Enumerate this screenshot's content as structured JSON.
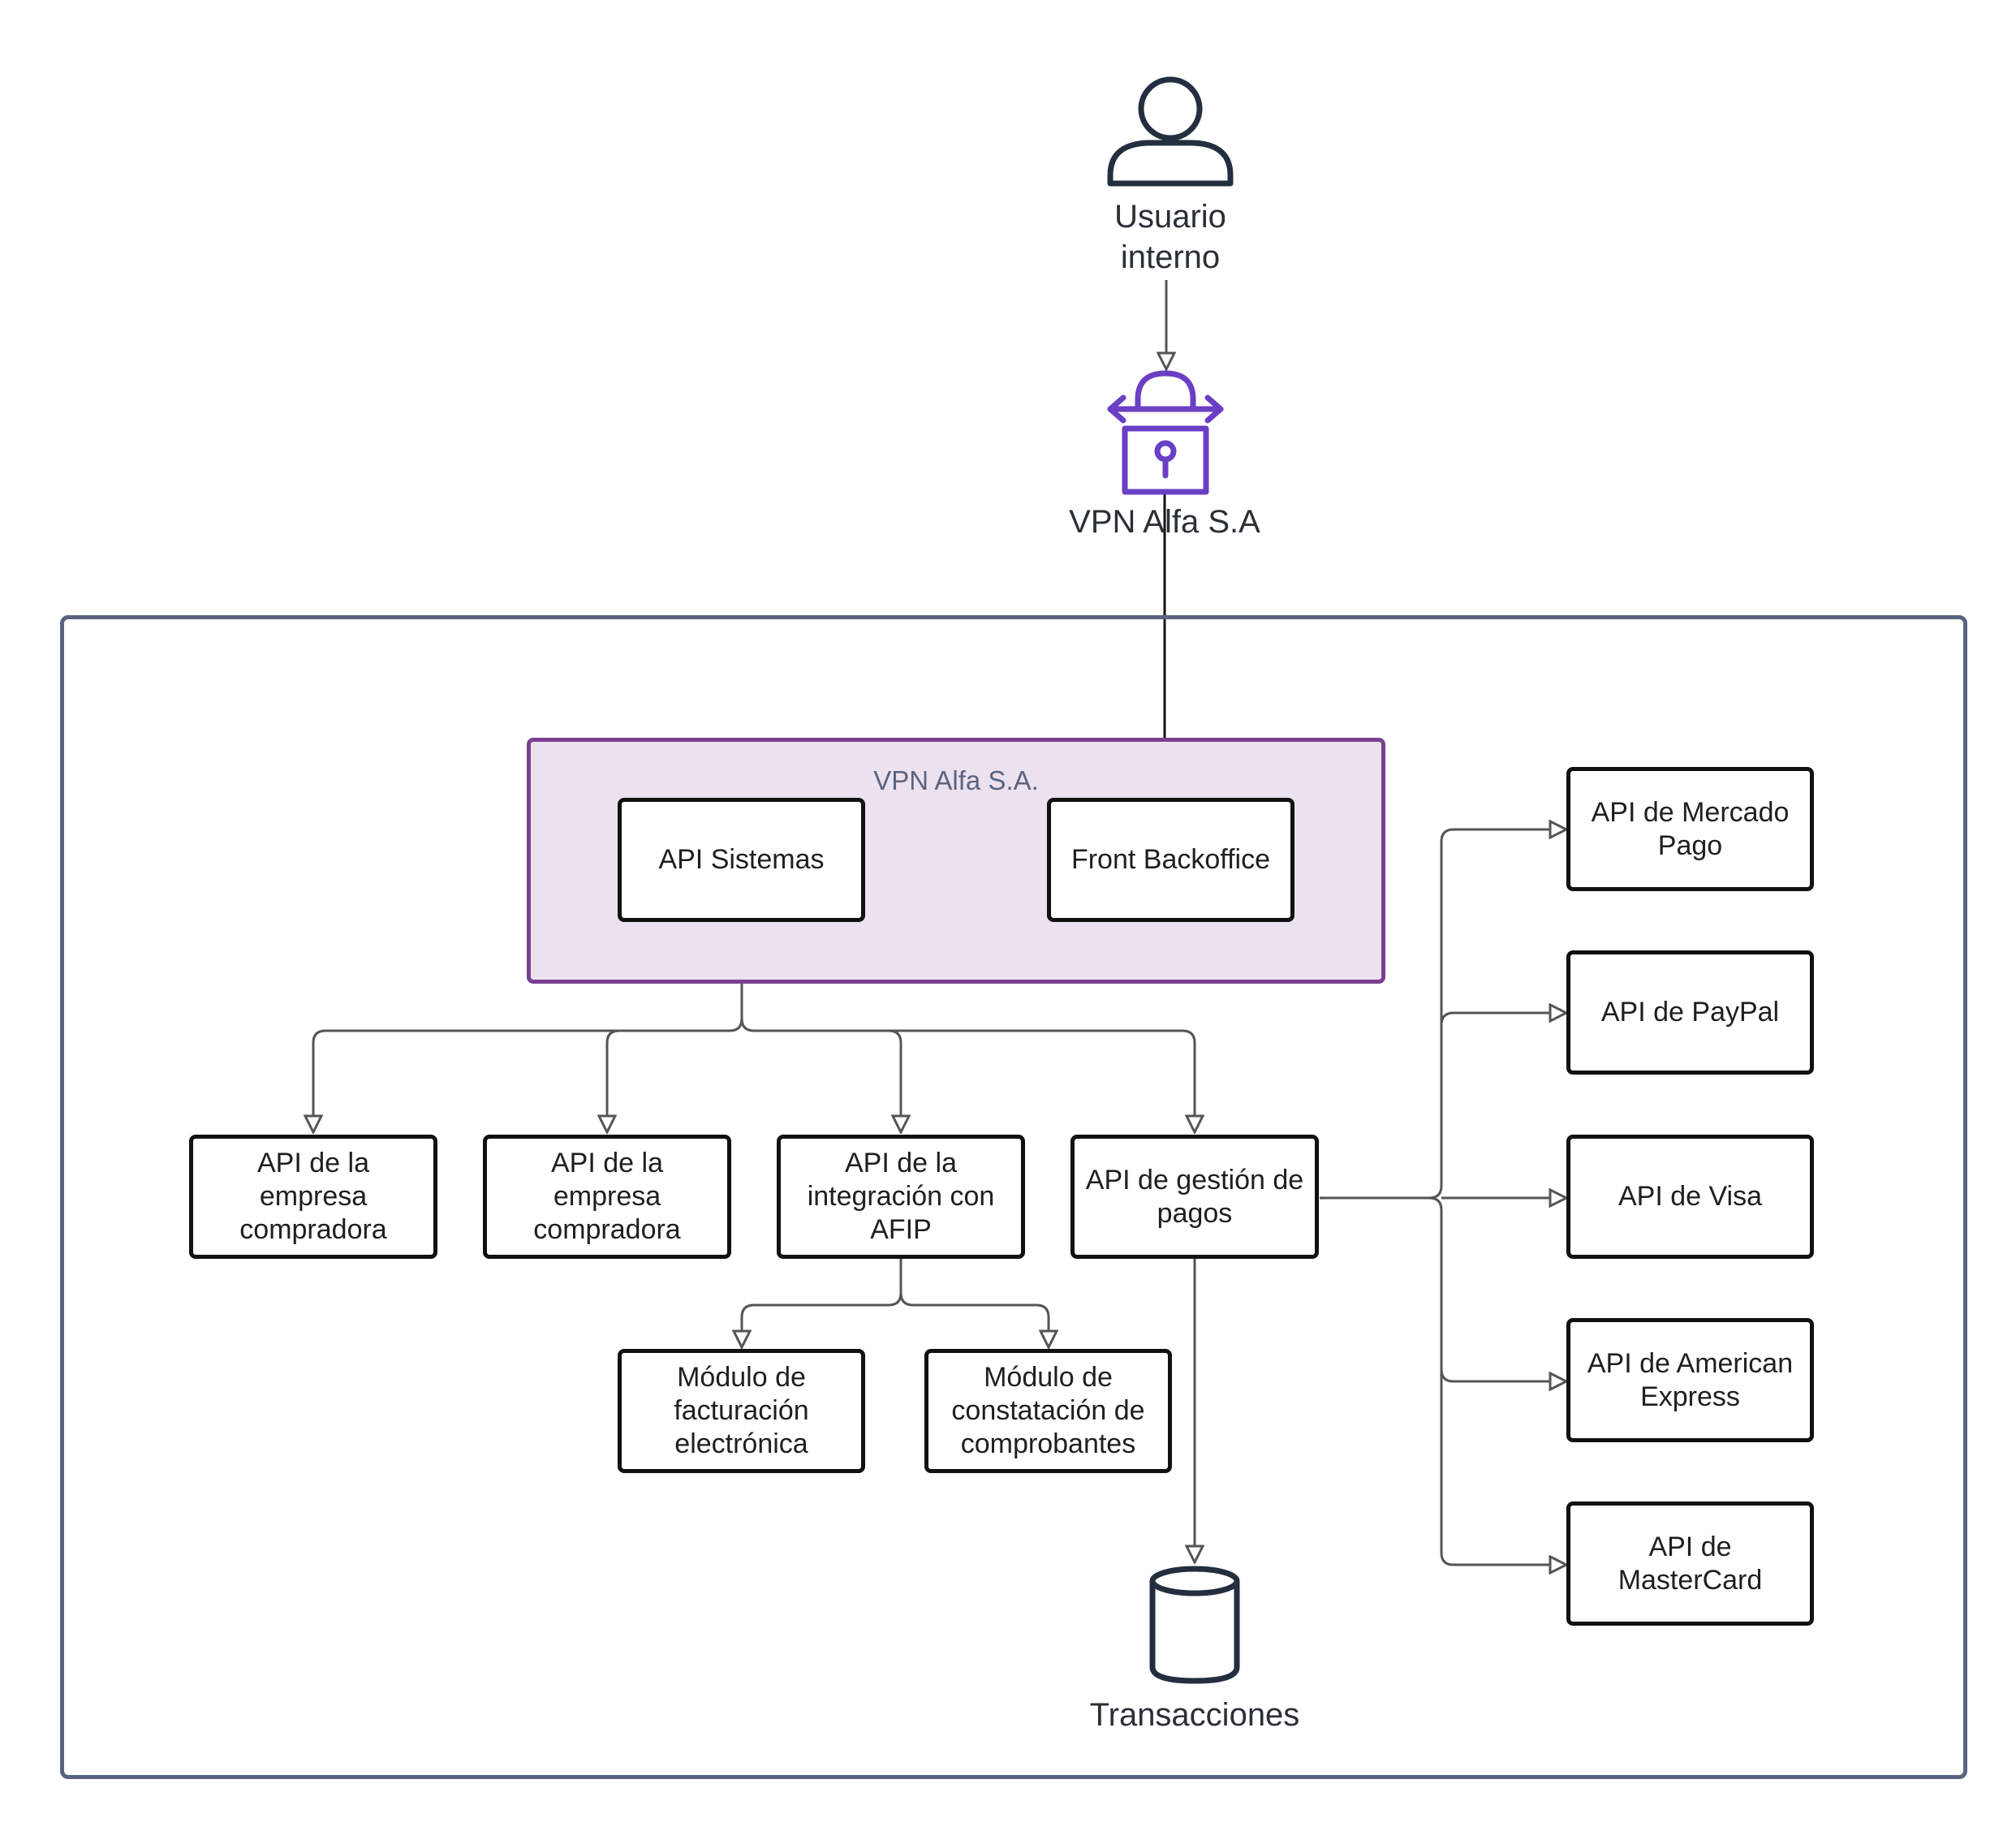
{
  "actor": {
    "label": "Usuario\ninterno",
    "icon": "user-icon"
  },
  "vpn_gateway": {
    "label": "VPN Alfa S.A",
    "icon": "vpn-lock-icon",
    "color": "#6a3fc4"
  },
  "vpn_zone": {
    "title": "VPN Alfa S.A.",
    "fill": "#ece1ef",
    "border": "#7b3f91",
    "title_color": "#5a6480"
  },
  "nodes": {
    "api_sistemas": "API Sistemas",
    "front_backoffice": "Front Backoffice",
    "empresa_compradora_1": "API de la empresa compradora",
    "empresa_compradora_2": "API de la empresa compradora",
    "integracion_afip": "API de la integración con AFIP",
    "gestion_pagos": "API de gestión de pagos",
    "facturacion": "Módulo de facturación electrónica",
    "constatacion": "Módulo de constatación de comprobantes",
    "mercado_pago": "API de Mercado Pago",
    "paypal": "API de PayPal",
    "visa": "API de Visa",
    "amex": "API de American Express",
    "mastercard": "API de MasterCard"
  },
  "database": {
    "label": "Transacciones",
    "icon": "database-icon"
  },
  "colors": {
    "connector": "#555555",
    "outer_frame": "#5a6480",
    "node_border": "#111111"
  }
}
